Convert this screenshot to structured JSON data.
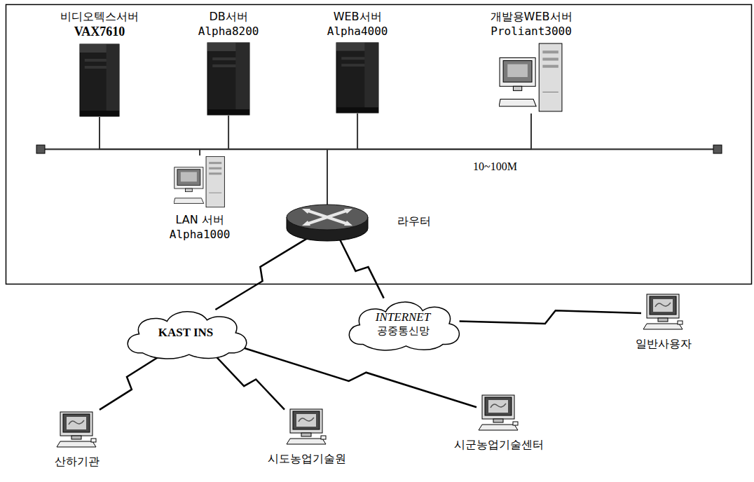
{
  "diagram": {
    "nodes": [
      {
        "text": [
          "비디오텍스서버",
          "VAX7610"
        ]
      },
      {
        "text": [
          "DB서버",
          "Alpha8200"
        ]
      },
      {
        "text": [
          "WEB서버",
          "Alpha4000"
        ]
      },
      {
        "text": [
          "개발용WEB서버",
          "Proliant3000"
        ]
      },
      {
        "text": [
          "LAN 서버",
          "Alpha1000"
        ]
      },
      {
        "text": [
          "라우터"
        ]
      },
      {
        "text": [
          "KAST INS"
        ]
      },
      {
        "text": [
          "INTERNET",
          "공중통신망"
        ]
      },
      {
        "text": [
          "일반사용자"
        ]
      },
      {
        "text": [
          "산하기관"
        ]
      },
      {
        "text": [
          "시도농업기술원"
        ]
      },
      {
        "text": [
          "시군농업기술센터"
        ]
      }
    ],
    "edges": [
      {
        "from": 0,
        "to": 5,
        "arrow": "none"
      },
      {
        "from": 1,
        "to": 5,
        "arrow": "none"
      },
      {
        "from": 2,
        "to": 5,
        "arrow": "none"
      },
      {
        "from": 3,
        "to": 5,
        "arrow": "none"
      },
      {
        "from": 4,
        "to": 5,
        "arrow": "none"
      },
      {
        "from": 5,
        "to": 6,
        "arrow": "none"
      },
      {
        "from": 5,
        "to": 7,
        "arrow": "none"
      },
      {
        "from": 7,
        "to": 8,
        "arrow": "none"
      },
      {
        "from": 6,
        "to": 9,
        "arrow": "none"
      },
      {
        "from": 6,
        "to": 10,
        "arrow": "none"
      },
      {
        "from": 6,
        "to": 11,
        "arrow": "none"
      }
    ],
    "labels": [
      "10~100M"
    ]
  }
}
